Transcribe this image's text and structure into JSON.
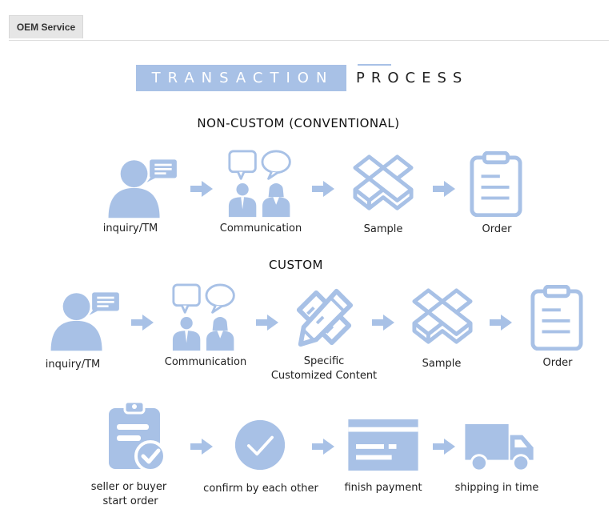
{
  "tab": {
    "label": "OEM Service"
  },
  "title": {
    "left": "TRANSACTION",
    "right": "PROCESS"
  },
  "colors": {
    "accent": "#a8c1e6",
    "tab_bg": "#e6e6e6",
    "text": "#222222"
  },
  "sections": {
    "non_custom": {
      "heading": "NON-CUSTOM (CONVENTIONAL)",
      "steps": [
        {
          "label": "inquiry/TM",
          "icon": "user-chat-icon"
        },
        {
          "label": "Communication",
          "icon": "people-chat-icon"
        },
        {
          "label": "Sample",
          "icon": "boxes-icon"
        },
        {
          "label": "Order",
          "icon": "clipboard-icon"
        }
      ]
    },
    "custom": {
      "heading": "CUSTOM",
      "steps": [
        {
          "label": "inquiry/TM",
          "icon": "user-chat-icon"
        },
        {
          "label": "Communication",
          "icon": "people-chat-icon"
        },
        {
          "label_line1": "Specific",
          "label_line2": "Customized Content",
          "icon": "pencil-ruler-icon"
        },
        {
          "label": "Sample",
          "icon": "boxes-icon"
        },
        {
          "label": "Order",
          "icon": "clipboard-icon"
        }
      ]
    },
    "order_flow": {
      "steps": [
        {
          "label_line1": "seller or buyer",
          "label_line2": "start order",
          "icon": "clipboard-check-icon"
        },
        {
          "label": "confirm by each other",
          "icon": "check-circle-icon"
        },
        {
          "label": "finish payment",
          "icon": "payment-card-icon"
        },
        {
          "label": "shipping in time",
          "icon": "truck-icon"
        }
      ]
    }
  }
}
